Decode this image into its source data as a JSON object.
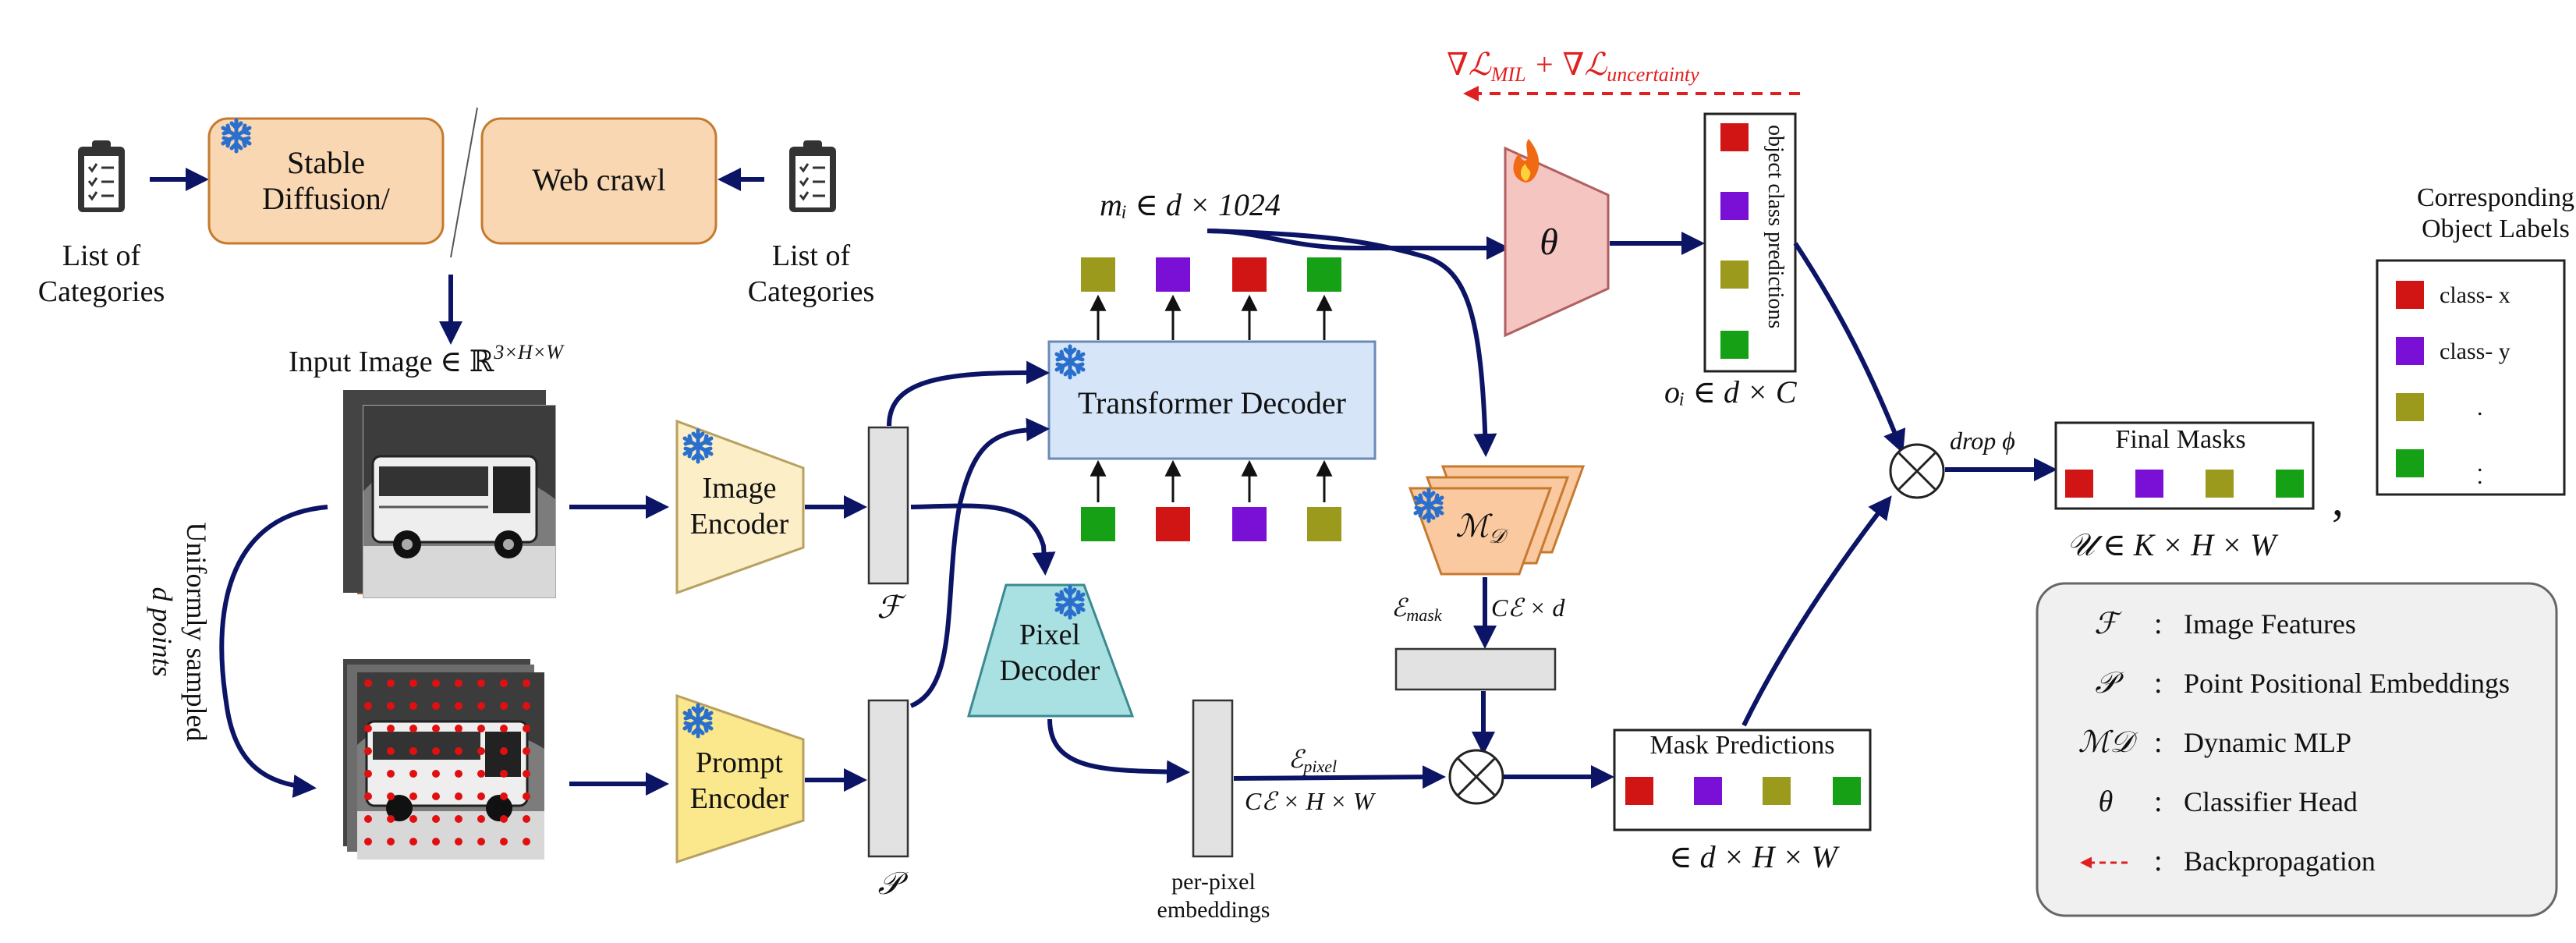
{
  "sources": {
    "left_label": "List of\nCategories",
    "right_label": "List of\nCategories",
    "stable_diffusion": "Stable\nDiffusion/",
    "web_crawl": "Web crawl"
  },
  "input": {
    "title_prefix": "Input Image ∈ ",
    "title_math": "ℝ",
    "title_sup": "3×H×W",
    "sampling_label_line1": "Uniformly sampled",
    "sampling_label_line2": "d points"
  },
  "encoders": {
    "image": "Image\nEncoder",
    "prompt": "Prompt\nEncoder",
    "pixel_decoder": "Pixel\nDecoder",
    "transformer_decoder": "Transformer Decoder",
    "dynamic_mlp": "ℳ",
    "dynamic_mlp_sub": "𝒟"
  },
  "symbols": {
    "F": "ℱ",
    "P": "𝒫",
    "m_i": "mᵢ ∈ d × 1024",
    "theta": "θ",
    "o_i": "oᵢ ∈ d × C",
    "e_mask": "ℰmask",
    "c_e_d": "Cℰ × d",
    "e_pixel": "ℰpixel",
    "c_e_hw": "Cℰ × H × W",
    "per_pixel": "per-pixel\nembeddings",
    "mask_shape": "∈ d × H × W",
    "drop_phi": "drop  ϕ",
    "U_shape": "𝒰 ∈ K × H × W",
    "comma": ","
  },
  "losses": {
    "text": "∇ℒMIL + ∇ℒuncertainty"
  },
  "boxes": {
    "class_predictions": "object class predictions",
    "mask_predictions": "Mask Predictions",
    "final_masks": "Final Masks",
    "labels_title": "Corresponding\nObject Labels"
  },
  "labels": [
    {
      "color": "#d11414",
      "text": "class- x"
    },
    {
      "color": "#7a10d6",
      "text": "class- y"
    },
    {
      "color": "#9c9a1c",
      "text": "."
    },
    {
      "color": "#16a016",
      "text": "."
    }
  ],
  "legend": [
    {
      "sym": "ℱ",
      "sep": ":",
      "desc": "Image Features"
    },
    {
      "sym": "𝒫",
      "sep": ":",
      "desc": "Point Positional Embeddings"
    },
    {
      "sym": "ℳ𝒟",
      "sep": ":",
      "desc": "Dynamic MLP"
    },
    {
      "sym": "θ",
      "sep": ":",
      "desc": "Classifier Head"
    },
    {
      "sym": "",
      "sep": ":",
      "desc": "Backpropagation"
    }
  ],
  "colors": {
    "arrow": "#0c1466",
    "loss": "#e02020",
    "red": "#d11414",
    "purple": "#7a10d6",
    "olive": "#9c9a1c",
    "green": "#16a016",
    "snow": "#2a6fcc",
    "orange_box": "#f8d7b2",
    "transformer_fill": "#d6e6f8",
    "pixel_decoder_fill": "#a9e0e2",
    "classifier_fill": "#f5c5c2",
    "image_encoder_fill": "#fcefc7",
    "prompt_encoder_fill": "#fbe88d",
    "mlp_fill": "#fac9a0"
  }
}
